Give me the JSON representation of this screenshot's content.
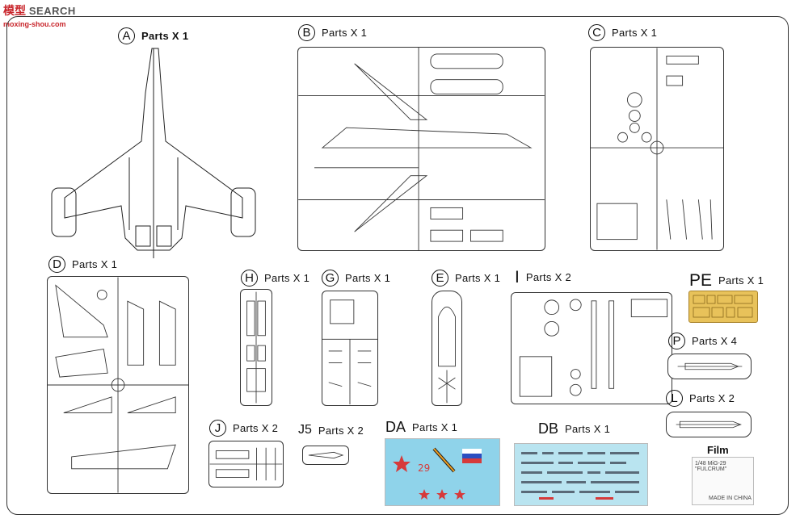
{
  "watermark": {
    "cn": "模型",
    "en": "SEARCH",
    "url": "moxing-shou.com"
  },
  "sprues": [
    {
      "id": "A",
      "letter": "A",
      "qty": "Parts X 1"
    },
    {
      "id": "B",
      "letter": "B",
      "qty": "Parts X 1"
    },
    {
      "id": "C",
      "letter": "C",
      "qty": "Parts X 1"
    },
    {
      "id": "D",
      "letter": "D",
      "qty": "Parts X 1"
    },
    {
      "id": "H",
      "letter": "H",
      "qty": "Parts X 1"
    },
    {
      "id": "G",
      "letter": "G",
      "qty": "Parts X 1"
    },
    {
      "id": "E",
      "letter": "E",
      "qty": "Parts X 1"
    },
    {
      "id": "I",
      "letter": "I",
      "qty": "Parts X 2"
    },
    {
      "id": "PE",
      "letter": "PE",
      "qty": "Parts X 1"
    },
    {
      "id": "P",
      "letter": "P",
      "qty": "Parts X 4"
    },
    {
      "id": "L",
      "letter": "L",
      "qty": "Parts X 2"
    },
    {
      "id": "J",
      "letter": "J",
      "qty": "Parts X 2"
    },
    {
      "id": "J5",
      "letter": "J5",
      "qty": "Parts X 2"
    },
    {
      "id": "DA",
      "letter": "DA",
      "qty": "Parts X 1"
    },
    {
      "id": "DB",
      "letter": "DB",
      "qty": "Parts X 1"
    }
  ],
  "film": {
    "title": "Film",
    "line1": "1/48 MiG-29 \"FULCRUM\"",
    "line2": "MADE IN CHINA"
  },
  "colors": {
    "pe_gold": "#e8c25a",
    "decal_blue": "#8fd3ea",
    "decal_red": "#d63a3a"
  }
}
